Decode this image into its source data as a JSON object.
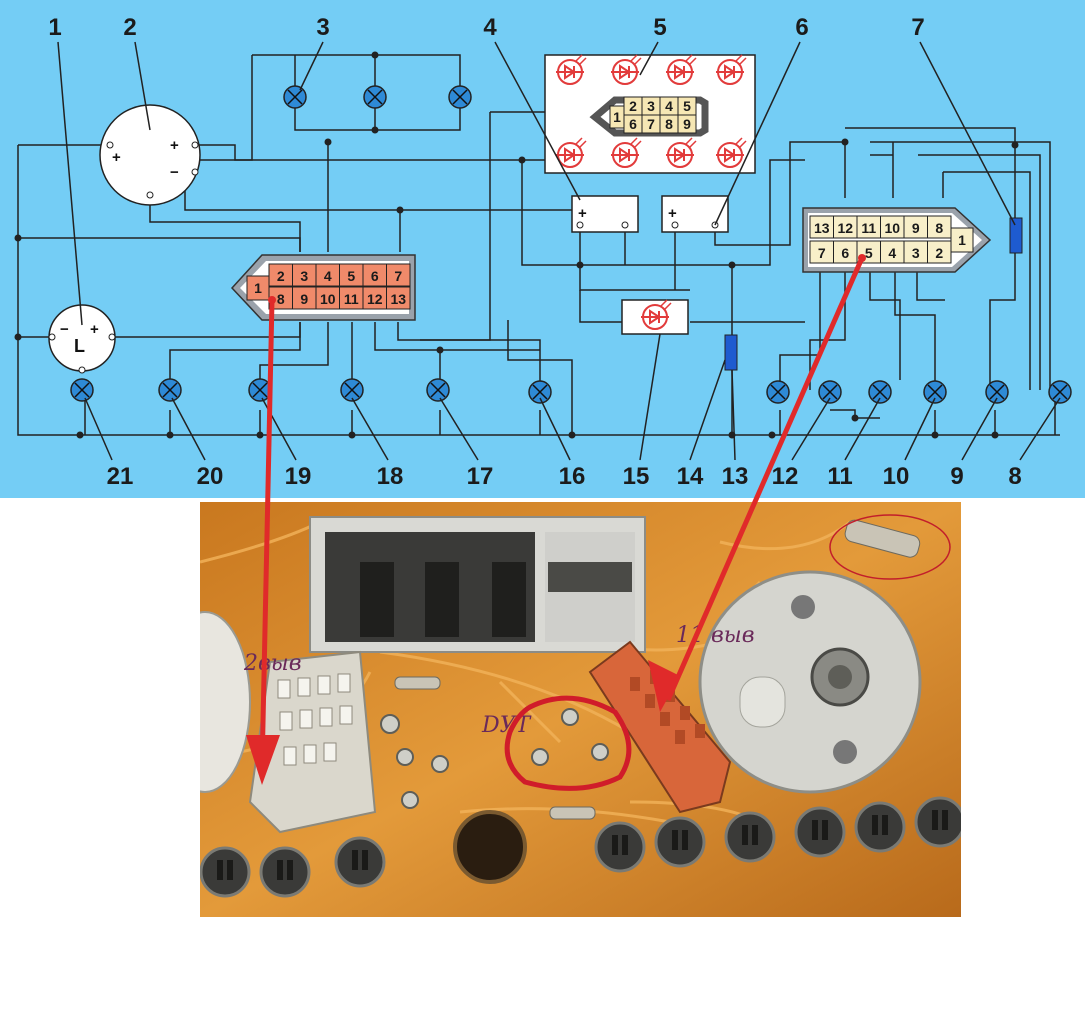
{
  "diagram": {
    "background_color": "#74cdf5",
    "callouts": [
      "1",
      "2",
      "3",
      "4",
      "5",
      "6",
      "7",
      "8",
      "9",
      "10",
      "11",
      "12",
      "13",
      "14",
      "15",
      "16",
      "17",
      "18",
      "19",
      "20",
      "21"
    ],
    "left_connector_pins": [
      "1",
      "2",
      "3",
      "4",
      "5",
      "6",
      "7",
      "8",
      "9",
      "10",
      "11",
      "12",
      "13"
    ],
    "right_connector_pins": [
      "13",
      "12",
      "11",
      "10",
      "9",
      "8",
      "7",
      "6",
      "5",
      "4",
      "3",
      "2",
      "1"
    ],
    "led_connector_pins": [
      "1",
      "2",
      "3",
      "4",
      "5",
      "6",
      "7",
      "8",
      "9"
    ],
    "gauge_2_terminals": [
      "+",
      "+",
      "−"
    ],
    "gauge_1_terminals": [
      "−",
      "+",
      "L"
    ],
    "meter_4_terminals": [
      "+"
    ],
    "meter_6_terminals": [
      "+"
    ]
  },
  "photo": {
    "labels": {
      "pin_2": "2выв",
      "pin_11": "11 выв",
      "sensor": "DУТ"
    },
    "arrow_color": "#e02a2a",
    "circle_color": "#d01c2a",
    "board_color": "#d98b2e"
  }
}
